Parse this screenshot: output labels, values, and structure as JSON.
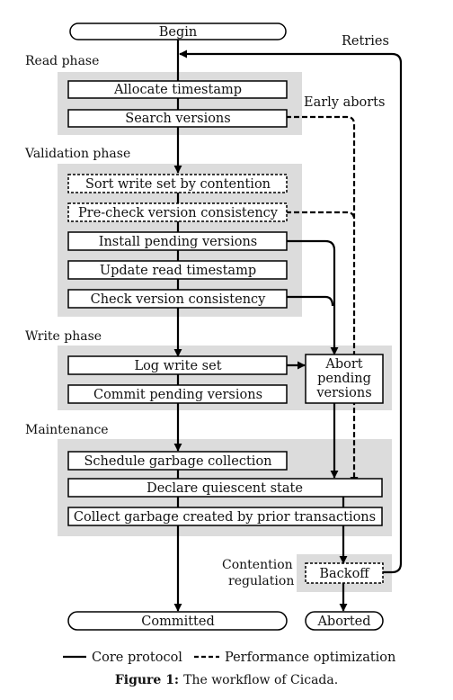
{
  "nodes": {
    "begin": "Begin",
    "allocate_timestamp": "Allocate timestamp",
    "search_versions": "Search versions",
    "sort_write_set": "Sort write set by contention",
    "pre_check": "Pre-check version consistency",
    "install_pending": "Install pending versions",
    "update_read_ts": "Update read timestamp",
    "check_consistency": "Check version consistency",
    "log_write_set": "Log write set",
    "commit_pending": "Commit pending versions",
    "abort_pending_1": "Abort",
    "abort_pending_2": "pending",
    "abort_pending_3": "versions",
    "schedule_gc": "Schedule garbage collection",
    "declare_quiescent": "Declare quiescent state",
    "collect_garbage": "Collect garbage created by prior transactions",
    "backoff": "Backoff",
    "committed": "Committed",
    "aborted": "Aborted"
  },
  "sections": {
    "read": "Read phase",
    "validation": "Validation phase",
    "write": "Write phase",
    "maintenance": "Maintenance",
    "contention_1": "Contention",
    "contention_2": "regulation"
  },
  "annotations": {
    "retries": "Retries",
    "early_aborts": "Early aborts"
  },
  "legend": {
    "core": "Core protocol",
    "perf": "Performance optimization"
  },
  "caption": {
    "label": "Figure 1:",
    "text": "The workflow of Cicada."
  },
  "colors": {
    "panel": "#dcdcdc",
    "line": "#000000",
    "box": "#ffffff"
  }
}
